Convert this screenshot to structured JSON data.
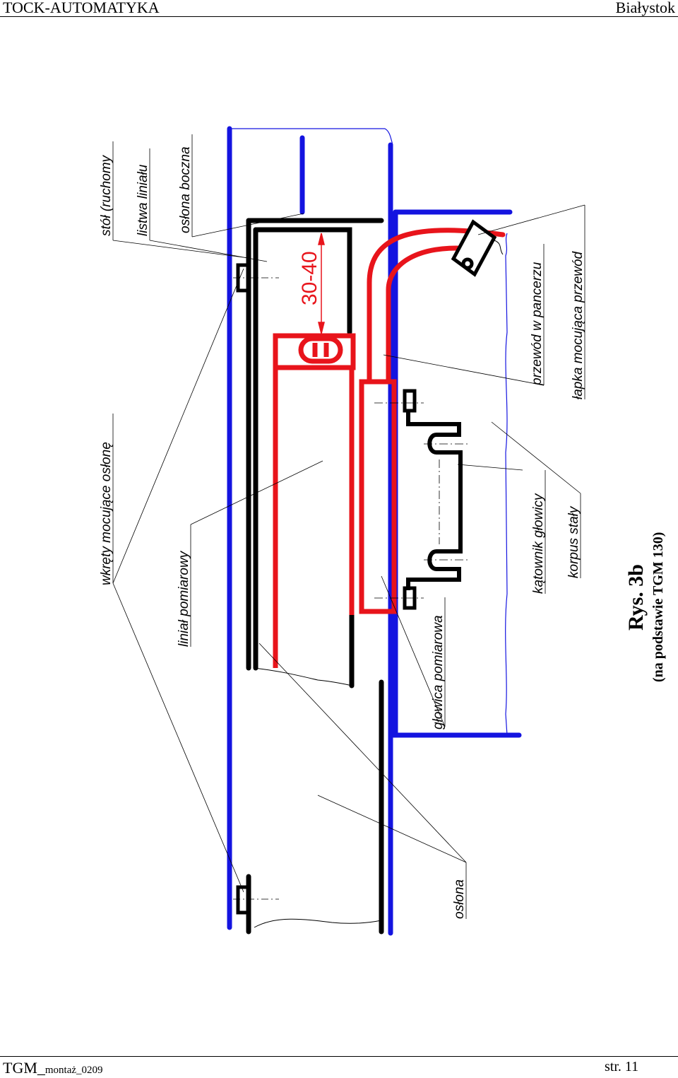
{
  "header": {
    "left": "TOCK-AUTOMATYKA",
    "right": "Białystok"
  },
  "footer": {
    "left_main": "TGM_",
    "left_sub": "montaż_0209",
    "right": "str. 11"
  },
  "labels": {
    "stol": "stół (ruchomy",
    "listwa": "listwa liniału",
    "oslona_boczna": "osłona boczna",
    "wkrety": "wkręty mocujące osłonę",
    "linial": "liniał pomiarowy",
    "glowica": "głowica pomiarowa",
    "katownik": "kątownik głowicy",
    "korpus": "korpus stały",
    "przewod": "przewód w pancerzu",
    "lapka": "łapka mocująca przewód",
    "oslona": "osłona"
  },
  "dimension": "30-40",
  "caption": {
    "title": "Rys. 3b",
    "subtitle": "(na podstawie TGM 130)"
  },
  "colors": {
    "blue": "#1414e0",
    "red": "#e8141b",
    "black": "#000000"
  }
}
